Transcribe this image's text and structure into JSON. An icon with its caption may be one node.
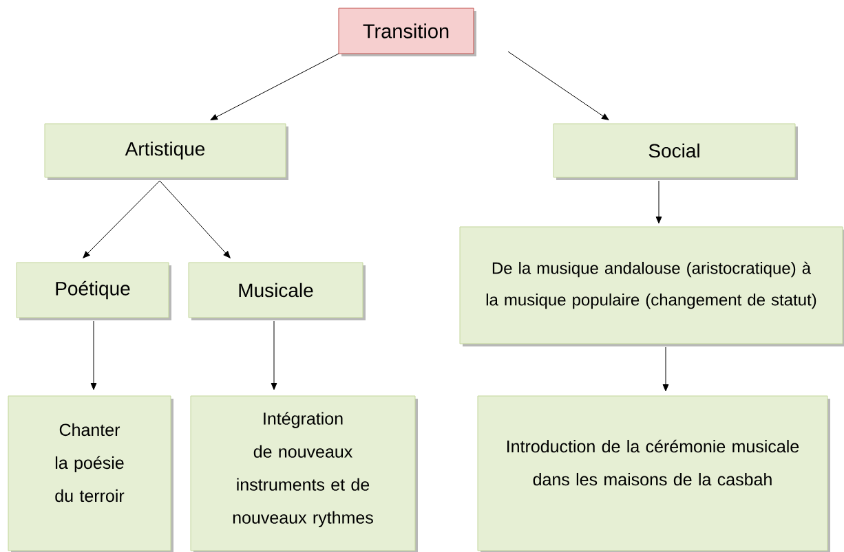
{
  "diagram": {
    "nodes": [
      {
        "text": [
          "Transition"
        ]
      },
      {
        "text": [
          "Artistique"
        ]
      },
      {
        "text": [
          "Social"
        ]
      },
      {
        "text": [
          "Poétique"
        ]
      },
      {
        "text": [
          "Musicale"
        ]
      },
      {
        "text": [
          "De la musique andalouse (aristocratique) à la musique populaire (changement de statut)"
        ]
      },
      {
        "text": [
          "Chanter la poésie du terroir"
        ]
      },
      {
        "text": [
          "Intégration de nouveaux instruments et de nouveaux rythmes"
        ]
      },
      {
        "text": [
          "Introduction de la cérémonie musicale dans les maisons de la casbah"
        ]
      }
    ],
    "edges": [
      {
        "from": 0,
        "to": 1,
        "arrow": "to"
      },
      {
        "from": 0,
        "to": 2,
        "arrow": "to"
      },
      {
        "from": 1,
        "to": 3,
        "arrow": "to"
      },
      {
        "from": 1,
        "to": 4,
        "arrow": "to"
      },
      {
        "from": 3,
        "to": 6,
        "arrow": "to"
      },
      {
        "from": 4,
        "to": 7,
        "arrow": "to"
      },
      {
        "from": 2,
        "to": 5,
        "arrow": "to"
      },
      {
        "from": 5,
        "to": 8,
        "arrow": "to"
      }
    ]
  }
}
